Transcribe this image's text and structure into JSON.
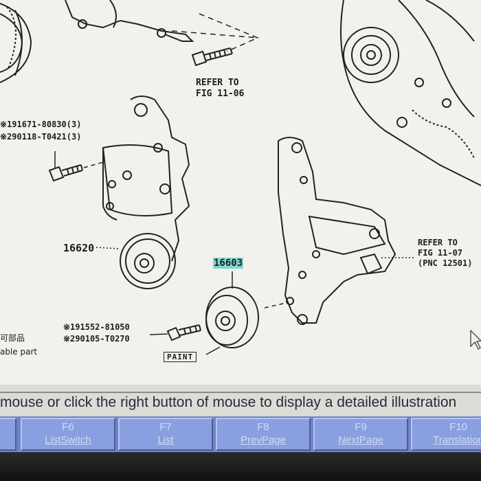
{
  "diagram": {
    "refer_top": [
      "REFER TO",
      "FIG 11-06"
    ],
    "bolt_refs_1": [
      "※191671-80830(3)",
      "※290118-T0421(3)"
    ],
    "part_16620": "16620",
    "part_16603": "16603",
    "refer_right": [
      "REFER TO",
      "FIG 11-07",
      "(PNC 12501)"
    ],
    "bolt_refs_2": [
      "※191552-81050",
      "※290105-T0270"
    ],
    "paint_tag": "PAINT",
    "left_jp": "可部品",
    "left_en": "able part"
  },
  "status_bar": {
    "text": "mouse or click the right button of mouse to display a detailed illustration"
  },
  "function_keys": [
    {
      "key": "",
      "label": ""
    },
    {
      "key": "F6",
      "label": "ListSwitch"
    },
    {
      "key": "F7",
      "label": "List"
    },
    {
      "key": "F8",
      "label": "PrevPage"
    },
    {
      "key": "F9",
      "label": "NextPage"
    },
    {
      "key": "F10",
      "label": "Translation"
    }
  ],
  "colors": {
    "diagram_bg": "#f2f1ec",
    "highlight": "#7ed9d2",
    "fkey_bar": "#6f84c8",
    "fkey_text": "#d3dbf5"
  }
}
